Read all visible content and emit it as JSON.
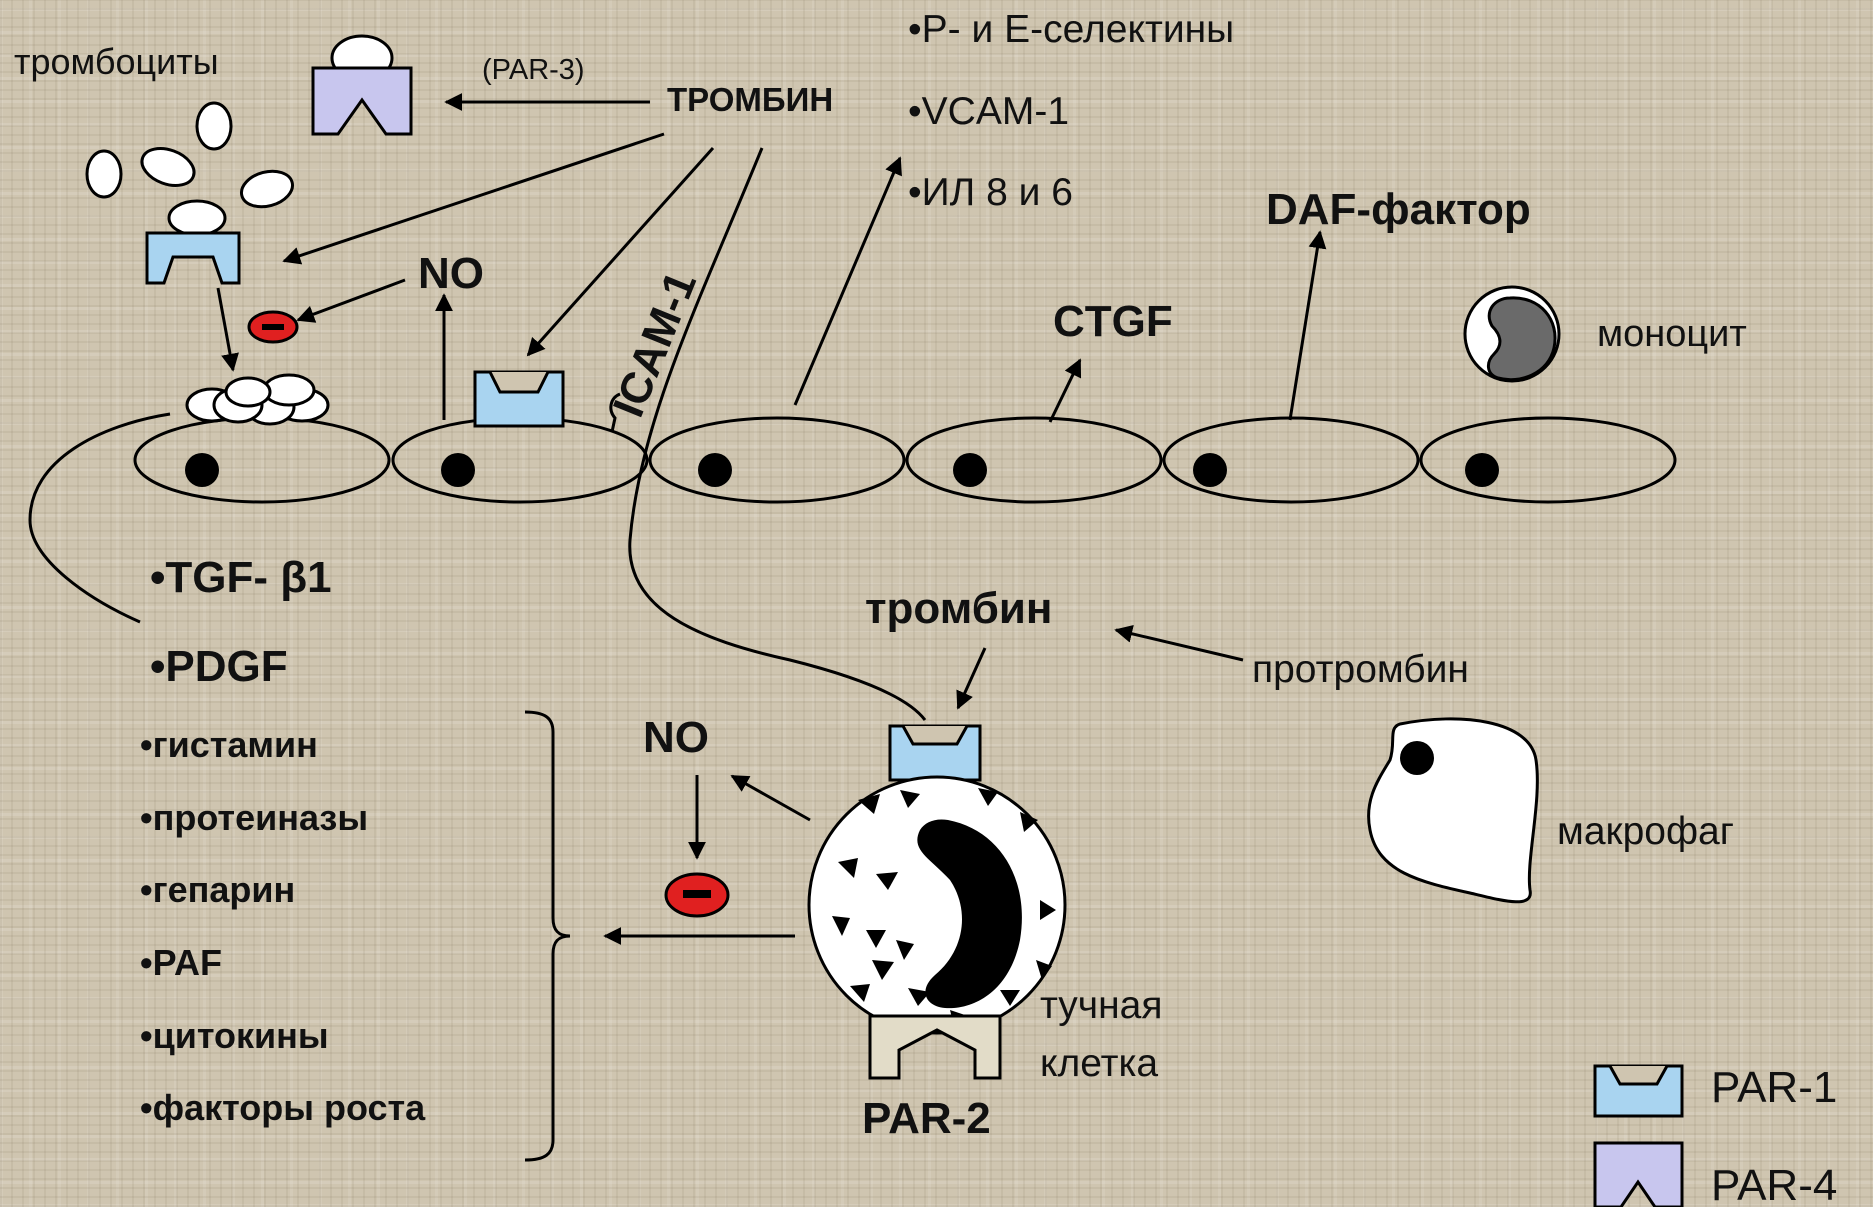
{
  "labels": {
    "platelets": "тромбоциты",
    "par3": "(PAR-3)",
    "thrombin_top": "ТРОМБИН",
    "selectins": "•Р- и Е-селектины",
    "vcam": "•VCAM-1",
    "il": "•ИЛ 8 и 6",
    "daf": "DAF-фактор",
    "no_top": "NO",
    "icam": "ICAM-1",
    "ctgf": "CTGF",
    "monocyte": "моноцит",
    "tgf": "•TGF- β1",
    "pdgf": "•PDGF",
    "thrombin_mid": "тромбин",
    "prothrombin": "протромбин",
    "no_bottom": "NO",
    "macrophage": "макрофаг",
    "mast_cell_1": "тучная",
    "mast_cell_2": "клетка",
    "par2": "PAR-2"
  },
  "mediators": [
    "•гистамин",
    "•протеиназы",
    "•гепарин",
    "•PAF",
    "•цитокины",
    "•факторы роста"
  ],
  "inhibit_symbol": "−",
  "legend": [
    {
      "label": "PAR-1",
      "color": "#a9d4f0"
    },
    {
      "label": "PAR-4",
      "color": "#c8c6ee"
    }
  ]
}
